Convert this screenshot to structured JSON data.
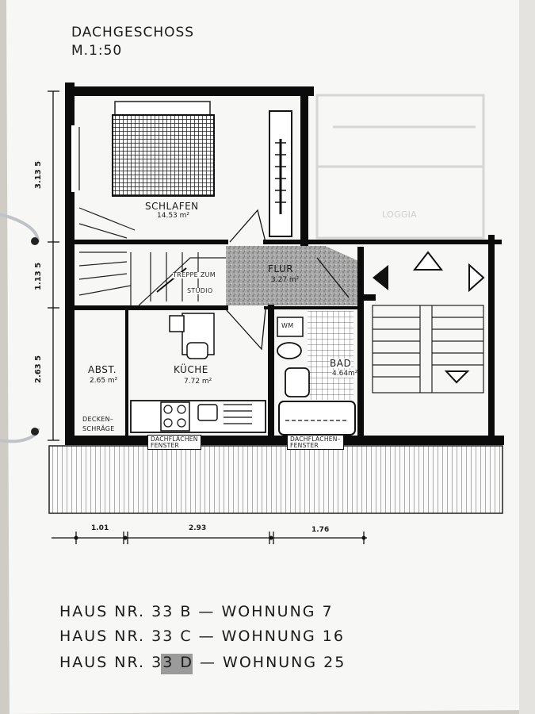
{
  "header": {
    "title": "DACHGESCHOSS",
    "scale": "M.1:50"
  },
  "rooms": {
    "schlafen": {
      "name": "SCHLAFEN",
      "area": "14.53 m²"
    },
    "flur": {
      "name": "FLUR",
      "area": "3.27 m²"
    },
    "abst": {
      "name": "ABST.",
      "area": "2.65 m²"
    },
    "kueche": {
      "name": "KÜCHE",
      "area": "7.72 m²"
    },
    "bad": {
      "name": "BAD",
      "area": "4.64m²"
    }
  },
  "annotations": {
    "treppe_line1": "TREPPE ZUM",
    "treppe_line2": "STUDIO",
    "wm": "WM",
    "deckenschraege_line1": "DECKEN–",
    "deckenschraege_line2": "SCHRÄGE",
    "dachflaechenfenster1_line1": "DACHFLÄCHEN",
    "dachflaechenfenster1_line2": "FENSTER",
    "dachflaechenfenster2_line1": "DACHFLÄCHEN–",
    "dachflaechenfenster2_line2": "FENSTER",
    "faded_loggia": "LOGGIA"
  },
  "dimensions": {
    "vertical": [
      "3.13 5",
      "1.13 5",
      "2.63 5"
    ],
    "horizontal": [
      "1.01",
      "2.93",
      "1.76"
    ]
  },
  "houses": [
    "HAUS  NR. 33 B  —  WOHNUNG  7",
    "HAUS  NR. 33 C  —  WOHNUNG  16",
    "HAUS  NR. 33 D  —  WOHNUNG  25"
  ]
}
